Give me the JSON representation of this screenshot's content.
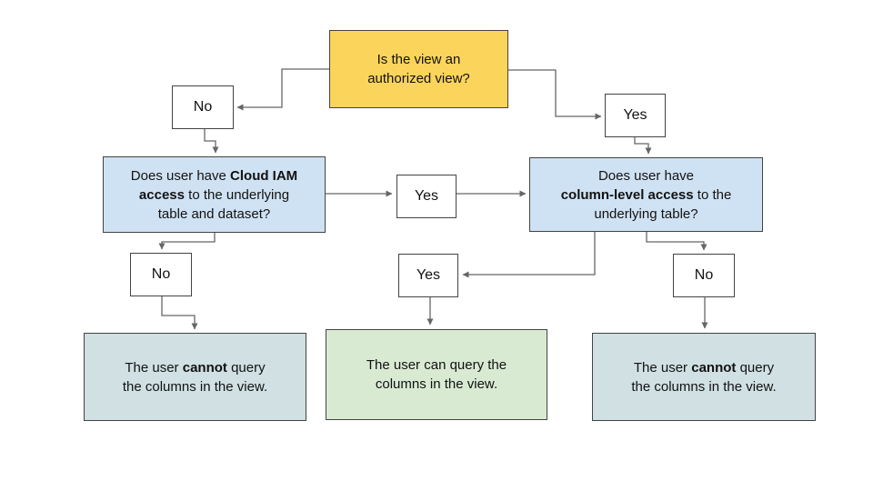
{
  "diagram": {
    "type": "flowchart",
    "colors": {
      "background": "#ffffff",
      "root_fill": "#fbd45c",
      "question_fill": "#cfe2f3",
      "result_negative_fill": "#d0e0e3",
      "result_positive_fill": "#d9ead3",
      "decision_label_fill": "#ffffff",
      "border": "#434343",
      "arrow": "#666666",
      "text": "#121212"
    },
    "nodes": {
      "root": {
        "segments": [
          {
            "t": "Is the view an\nauthorized view?",
            "b": 0
          }
        ]
      },
      "no_top": {
        "label": "No"
      },
      "yes_top": {
        "label": "Yes"
      },
      "q_left": {
        "segments": [
          {
            "t": "Does user have ",
            "b": 0
          },
          {
            "t": "Cloud IAM\naccess",
            "b": 1
          },
          {
            "t": " to the underlying\ntable and dataset?",
            "b": 0
          }
        ]
      },
      "yes_mid": {
        "label": "Yes"
      },
      "q_right": {
        "segments": [
          {
            "t": "Does user have\n",
            "b": 0
          },
          {
            "t": "column-level access",
            "b": 1
          },
          {
            "t": " to the\nunderlying table?",
            "b": 0
          }
        ]
      },
      "no_left": {
        "label": "No"
      },
      "yes_bottom": {
        "label": "Yes"
      },
      "no_right": {
        "label": "No"
      },
      "result_left": {
        "segments": [
          {
            "t": "The user ",
            "b": 0
          },
          {
            "t": "cannot",
            "b": 1
          },
          {
            "t": " query\nthe columns in the view.",
            "b": 0
          }
        ]
      },
      "result_center": {
        "segments": [
          {
            "t": "The user can query the\ncolumns in the view.",
            "b": 0
          }
        ]
      },
      "result_right": {
        "segments": [
          {
            "t": "The user ",
            "b": 0
          },
          {
            "t": "cannot",
            "b": 1
          },
          {
            "t": " query\nthe columns in the view.",
            "b": 0
          }
        ]
      }
    }
  }
}
